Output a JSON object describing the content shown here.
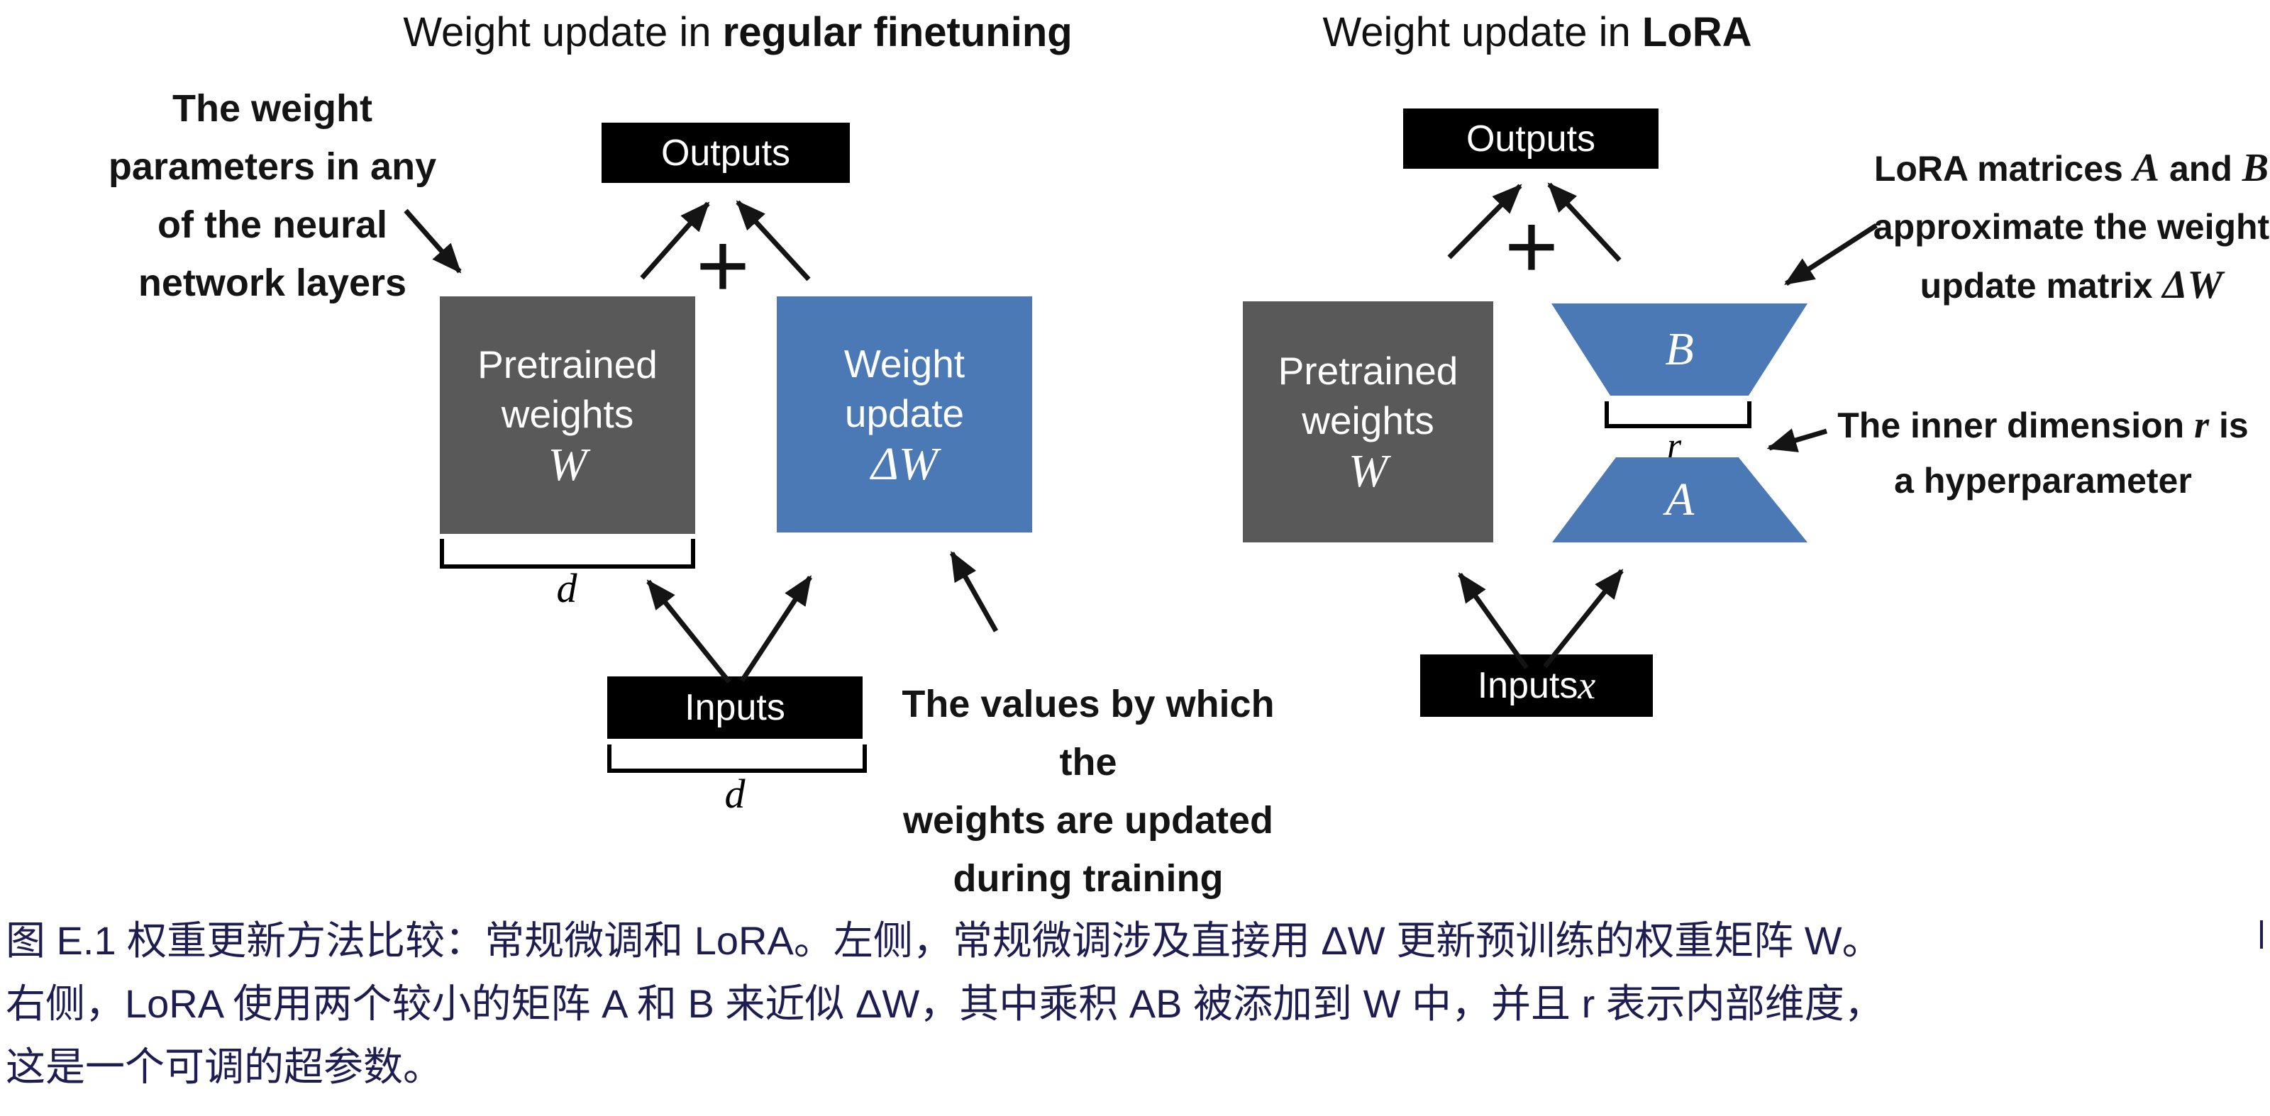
{
  "colors": {
    "box_gray": "#595959",
    "box_blue": "#4a79b5",
    "box_black": "#000000",
    "diagram_text": "#141414",
    "caption_text": "#1d1d52"
  },
  "left_panel": {
    "title_prefix": "Weight update in ",
    "title_bold": "regular finetuning",
    "weight_annotation_lines": [
      "The weight",
      "parameters in any",
      "of the neural",
      "network layers"
    ],
    "outputs_label": "Outputs",
    "plus": "+",
    "pretrained_box": {
      "line1": "Pretrained",
      "line2": "weights",
      "symbol": "W"
    },
    "update_box": {
      "line1": "Weight",
      "line2": "update",
      "symbol": "ΔW"
    },
    "dim_label_weights": "d",
    "inputs_label": "Inputs",
    "dim_label_inputs": "d",
    "values_annotation_lines": [
      "The values by which the",
      "weights are updated",
      "during training"
    ]
  },
  "right_panel": {
    "title_prefix": "Weight update in ",
    "title_bold": "LoRA",
    "outputs_label": "Outputs",
    "plus": "+",
    "pretrained_box": {
      "line1": "Pretrained",
      "line2": "weights",
      "symbol": "W"
    },
    "matrix_b_label": "B",
    "matrix_a_label": "A",
    "rank_label": "r",
    "inputs_label": "Inputs ",
    "inputs_symbol": "x",
    "lora_annotation": {
      "seg1": "LoRA matrices ",
      "segA": "A",
      "seg2": " and ",
      "segB": "B",
      "line2": "approximate the weight",
      "seg3": "update matrix ",
      "segDW": "ΔW"
    },
    "inner_annotation": {
      "seg1": "The inner dimension ",
      "segR": "r",
      "seg2": " is",
      "line2": "a hyperparameter"
    }
  },
  "caption": {
    "lines": [
      "图 E.1 权重更新方法比较：常规微调和 LoRA。左侧，常规微调涉及直接用 ΔW 更新预训练的权重矩阵 W。",
      "右侧，LoRA 使用两个较小的矩阵 A 和 B 来近似 ΔW，其中乘积 AB 被添加到 W 中，并且 r 表示内部维度，",
      "这是一个可调的超参数。"
    ]
  }
}
